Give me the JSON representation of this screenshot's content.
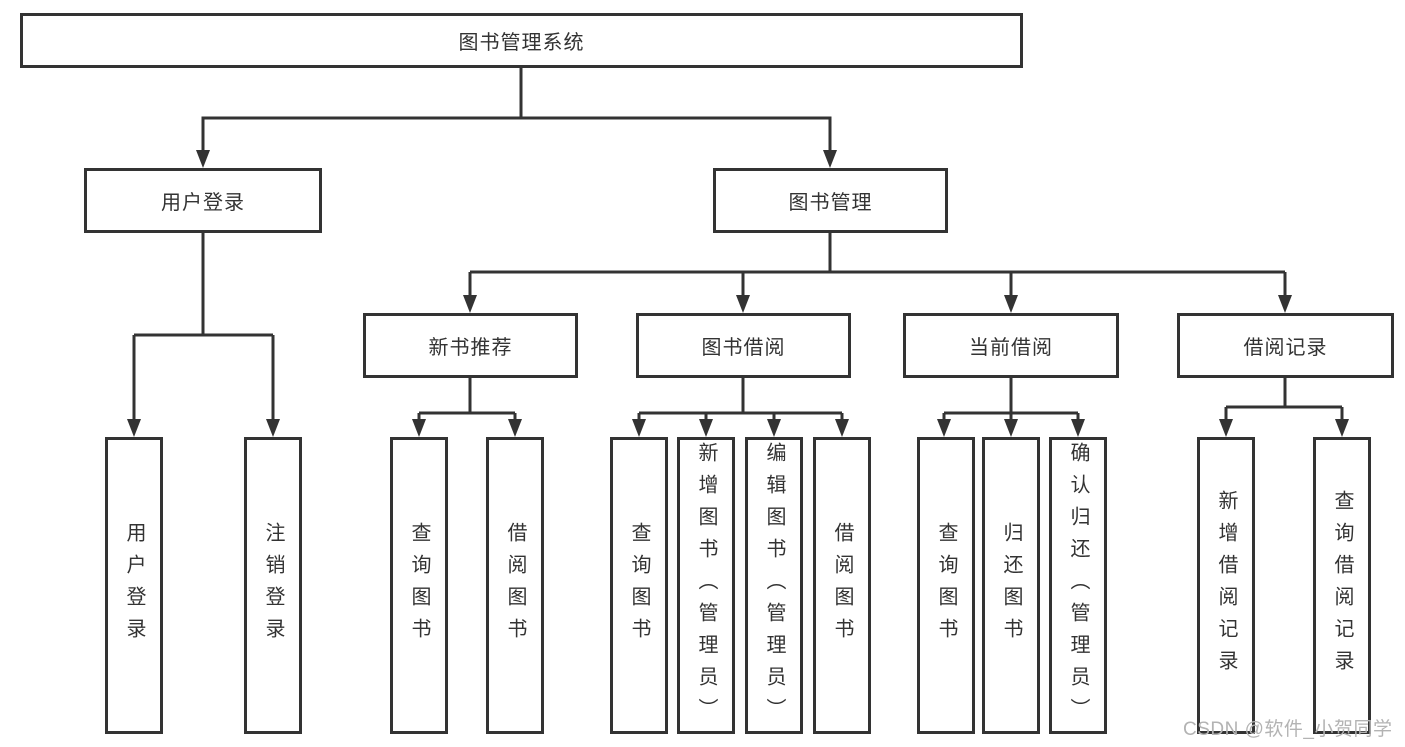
{
  "diagram": {
    "root": {
      "label": "图书管理系统"
    },
    "level2": [
      {
        "id": "user-login",
        "label": "用户登录"
      },
      {
        "id": "book-management",
        "label": "图书管理"
      }
    ],
    "level3": [
      {
        "id": "new-book-recommend",
        "parent": "图书管理",
        "label": "新书推荐"
      },
      {
        "id": "book-borrowing",
        "parent": "图书管理",
        "label": "图书借阅"
      },
      {
        "id": "current-borrowing",
        "parent": "图书管理",
        "label": "当前借阅"
      },
      {
        "id": "borrowing-records",
        "parent": "图书管理",
        "label": "借阅记录"
      }
    ],
    "leaves": [
      {
        "parent": "用户登录",
        "label": "用户登录"
      },
      {
        "parent": "用户登录",
        "label": "注销登录"
      },
      {
        "parent": "新书推荐",
        "label": "查询图书"
      },
      {
        "parent": "新书推荐",
        "label": "借阅图书"
      },
      {
        "parent": "图书借阅",
        "label": "查询图书"
      },
      {
        "parent": "图书借阅",
        "label": "新增图书（管理员）"
      },
      {
        "parent": "图书借阅",
        "label": "编辑图书（管理员）"
      },
      {
        "parent": "图书借阅",
        "label": "借阅图书"
      },
      {
        "parent": "当前借阅",
        "label": "查询图书"
      },
      {
        "parent": "当前借阅",
        "label": "归还图书"
      },
      {
        "parent": "当前借阅",
        "label": "确认归还（管理员）"
      },
      {
        "parent": "借阅记录",
        "label": "新增借阅记录"
      },
      {
        "parent": "借阅记录",
        "label": "查询借阅记录"
      }
    ]
  },
  "watermark": {
    "text": "CSDN @软件_小贺同学"
  },
  "colors": {
    "line": "#333333",
    "text": "#333333",
    "background": "#ffffff",
    "watermark": "#b3b3b3"
  }
}
